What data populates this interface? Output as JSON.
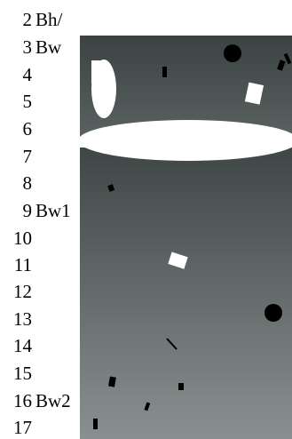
{
  "depth_scale": [
    {
      "depth": "2",
      "horizon": "Bh/"
    },
    {
      "depth": "3",
      "horizon": "Bw"
    },
    {
      "depth": "4",
      "horizon": ""
    },
    {
      "depth": "5",
      "horizon": ""
    },
    {
      "depth": "6",
      "horizon": ""
    },
    {
      "depth": "7",
      "horizon": ""
    },
    {
      "depth": "8",
      "horizon": ""
    },
    {
      "depth": "9",
      "horizon": "Bw1"
    },
    {
      "depth": "10",
      "horizon": ""
    },
    {
      "depth": "11",
      "horizon": ""
    },
    {
      "depth": "12",
      "horizon": ""
    },
    {
      "depth": "13",
      "horizon": ""
    },
    {
      "depth": "14",
      "horizon": ""
    },
    {
      "depth": "15",
      "horizon": ""
    },
    {
      "depth": "16",
      "horizon": "Bw2"
    },
    {
      "depth": "17",
      "horizon": ""
    }
  ],
  "colors": {
    "upper_segment_top": "#3a4242",
    "upper_segment_bottom": "#5a6262",
    "lower_segment_top": "#3e4646",
    "lower_segment_bottom": "#8a9090",
    "pore": "#ffffff",
    "clast": "#000000"
  }
}
